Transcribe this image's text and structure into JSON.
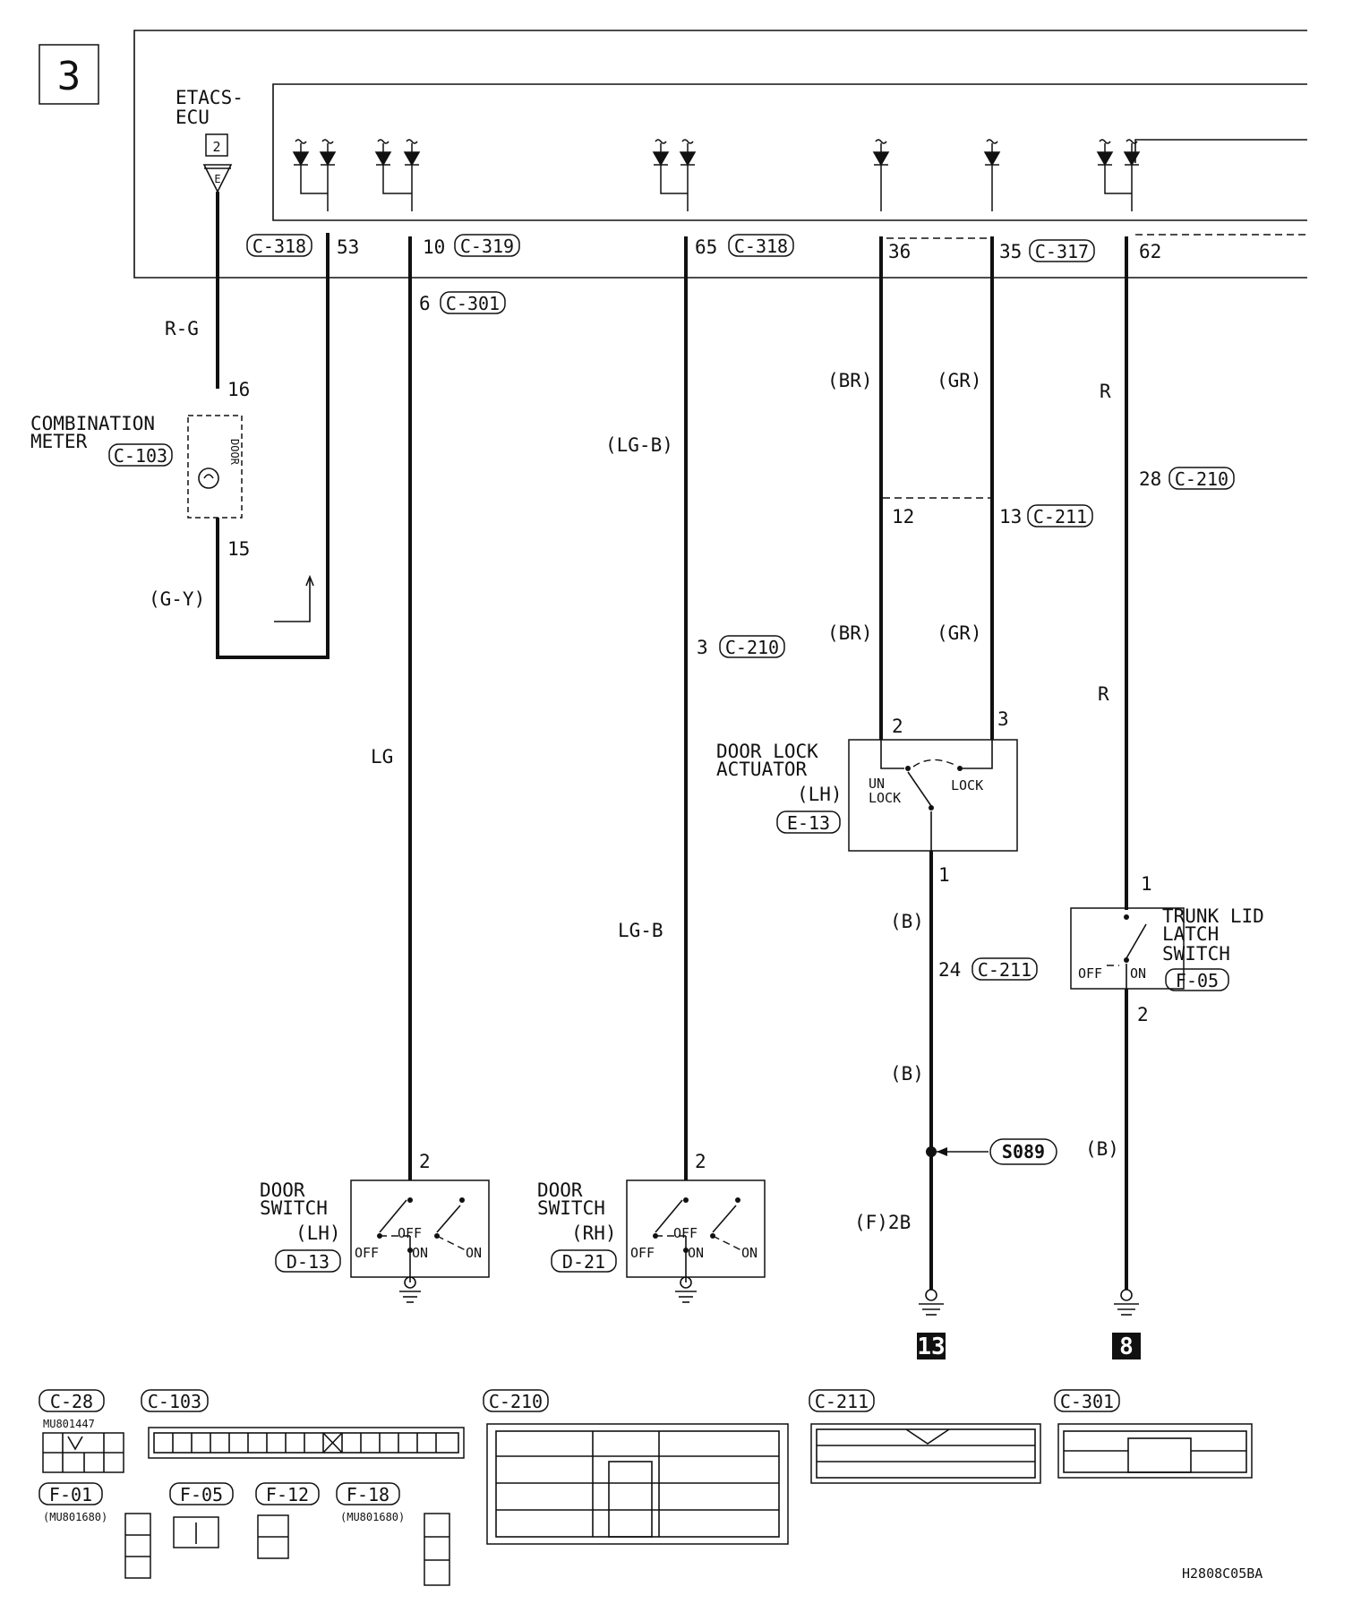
{
  "page_number": "3",
  "ecu": {
    "name_line1": "ETACS-",
    "name_line2": "ECU",
    "badge": "2",
    "terminal_letter": "E"
  },
  "ecu_connectors": {
    "pin53_conn": "C-318",
    "pin53": "53",
    "pin10": "10",
    "pin10_conn": "C-319",
    "pin65": "65",
    "pin65_conn": "C-318",
    "pin36": "36",
    "pin35": "35",
    "pin35_conn": "C-317",
    "pin62": "62"
  },
  "wires": {
    "rg": "R-G",
    "gy": "(G-Y)",
    "lg": "LG",
    "lgb_paren": "(LG-B)",
    "lgb": "LG-B",
    "br1": "(BR)",
    "gr1": "(GR)",
    "br2": "(BR)",
    "gr2": "(GR)",
    "r1": "R",
    "r2": "R",
    "b1": "(B)",
    "b2": "(B)",
    "b3": "(B)"
  },
  "combination_meter": {
    "name_line1": "COMBINATION",
    "name_line2": "METER",
    "conn": "C-103",
    "pin_top": "16",
    "pin_bottom": "15",
    "lamp_label": "DOOR"
  },
  "junctions": {
    "c301_pin": "6",
    "c301": "C-301",
    "c210_pin3": "3",
    "c210_a": "C-210",
    "c211_pin12": "12",
    "c211_pin13": "13",
    "c211_a": "C-211",
    "c210_pin28": "28",
    "c210_b": "C-210",
    "c211_pin24": "24",
    "c211_b": "C-211"
  },
  "door_lock_actuator": {
    "name_line1": "DOOR LOCK",
    "name_line2": "ACTUATOR",
    "name_line3": "(LH)",
    "conn": "E-13",
    "pin2": "2",
    "pin3": "3",
    "pin1": "1",
    "unlock_line1": "UN",
    "unlock_line2": "LOCK",
    "lock": "LOCK"
  },
  "trunk_switch": {
    "name_line1": "TRUNK LID",
    "name_line2": "LATCH",
    "name_line3": "SWITCH",
    "conn": "F-05",
    "pin1": "1",
    "pin2": "2",
    "off": "OFF",
    "on": "ON"
  },
  "door_switch_lh": {
    "name_line1": "DOOR",
    "name_line2": "SWITCH",
    "name_line3": "(LH)",
    "conn": "D-13",
    "pin": "2",
    "off1": "OFF",
    "off2": "OFF",
    "on1": "ON",
    "on2": "ON"
  },
  "door_switch_rh": {
    "name_line1": "DOOR",
    "name_line2": "SWITCH",
    "name_line3": "(RH)",
    "conn": "D-21",
    "pin": "2",
    "off1": "OFF",
    "off2": "OFF",
    "on1": "ON",
    "on2": "ON"
  },
  "splice": {
    "id": "S089",
    "label": "(F)2B"
  },
  "grounds": {
    "g13": "13",
    "g8": "8"
  },
  "connector_views": {
    "c28": "C-28",
    "c28_part": "MU801447",
    "c103": "C-103",
    "c210": "C-210",
    "c211": "C-211",
    "c301": "C-301",
    "f01": "F-01",
    "f01_part": "(MU801680)",
    "f05": "F-05",
    "f12": "F-12",
    "f18": "F-18",
    "f18_part": "(MU801680)"
  },
  "figure_code": "H2808C05BA"
}
